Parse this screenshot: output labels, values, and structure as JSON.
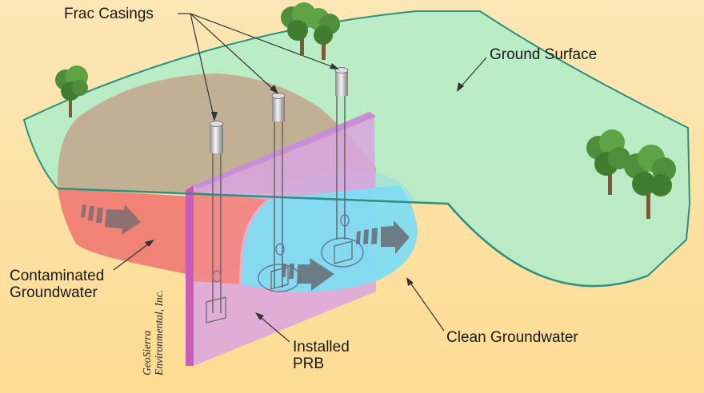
{
  "labels": {
    "frac_casings": "Frac Casings",
    "ground_surface": "Ground Surface",
    "contaminated_line1": "Contaminated",
    "contaminated_line2": "Groundwater",
    "installed_prb_line1": "Installed",
    "installed_prb_line2": "PRB",
    "clean_groundwater": "Clean Groundwater"
  },
  "credit": {
    "line1": "GeoSierra",
    "line2": "Environmental, Inc."
  },
  "colors": {
    "background": "#fde3a4",
    "ground_surface": "#b3ecc8",
    "ground_outline": "#2a8a7a",
    "contaminated": "#f08276",
    "clean": "#7fdcf2",
    "prb": "#d9a5e0"
  }
}
